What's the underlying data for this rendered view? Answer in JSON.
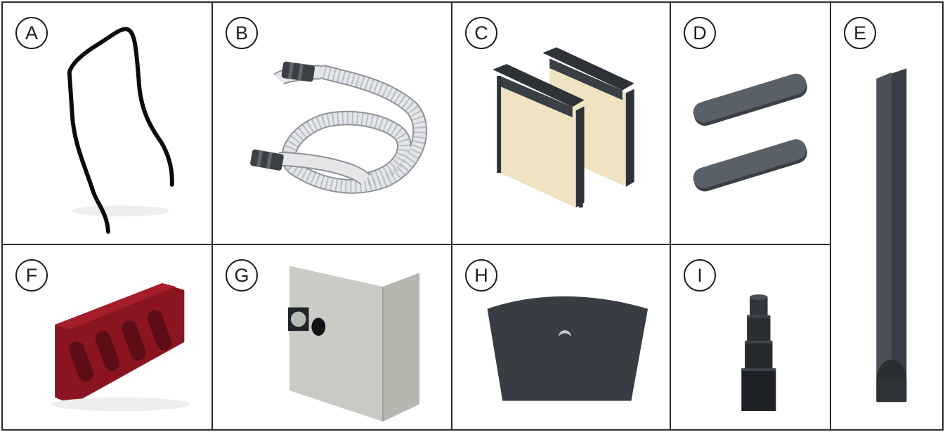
{
  "parts": [
    {
      "id": "a",
      "label": "A",
      "item": "handle"
    },
    {
      "id": "b",
      "label": "B",
      "item": "hose"
    },
    {
      "id": "c",
      "label": "C",
      "item": "cartridge-filters"
    },
    {
      "id": "d",
      "label": "D",
      "item": "flat-gaskets"
    },
    {
      "id": "e",
      "label": "E",
      "item": "crevice-nozzle"
    },
    {
      "id": "f",
      "label": "F",
      "item": "accessory-holder"
    },
    {
      "id": "g",
      "label": "G",
      "item": "filter-bag"
    },
    {
      "id": "h",
      "label": "H",
      "item": "gasket-sheet"
    },
    {
      "id": "i",
      "label": "I",
      "item": "step-adapter"
    }
  ],
  "colors": {
    "border": "#2a2a2a",
    "part_dark": "#2e3237",
    "filter_pleat": "#efe3c2",
    "holder_red": "#8a1420",
    "bag": "#c9ccc4",
    "hose": "#e4e6e8"
  }
}
